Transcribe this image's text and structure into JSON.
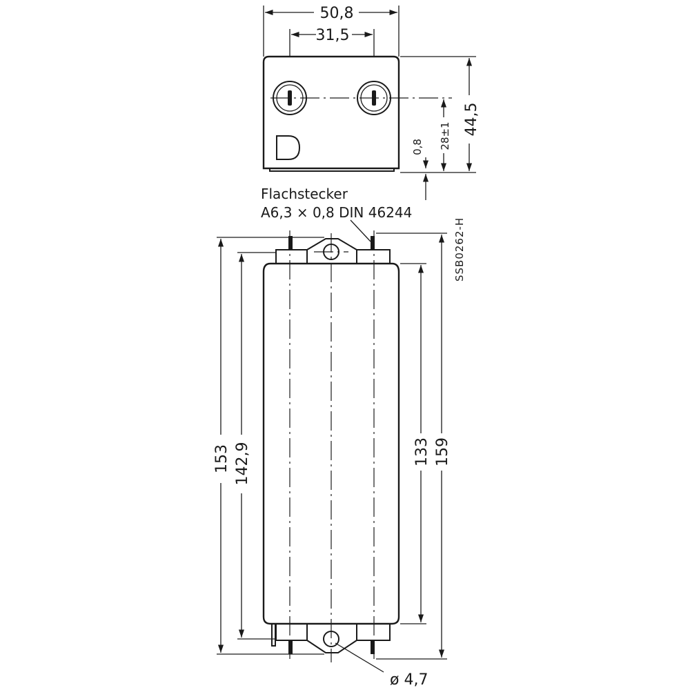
{
  "drawing": {
    "drawing_id": "SSB0262-H",
    "annotation": {
      "line1": "Flachstecker",
      "line2": "A6,3 × 0,8 DIN 46244"
    },
    "top_view": {
      "dim_width_total": "50,8",
      "dim_pin_spacing": "31,5",
      "dim_height_total": "44,5",
      "dim_pin_height": "28±1",
      "dim_base_plate": "0,8"
    },
    "side_view": {
      "dim_left_outer": "153",
      "dim_left_inner": "142,9",
      "dim_right_inner": "133",
      "dim_right_outer": "159",
      "dim_hole_diameter": "ø 4,7"
    }
  }
}
